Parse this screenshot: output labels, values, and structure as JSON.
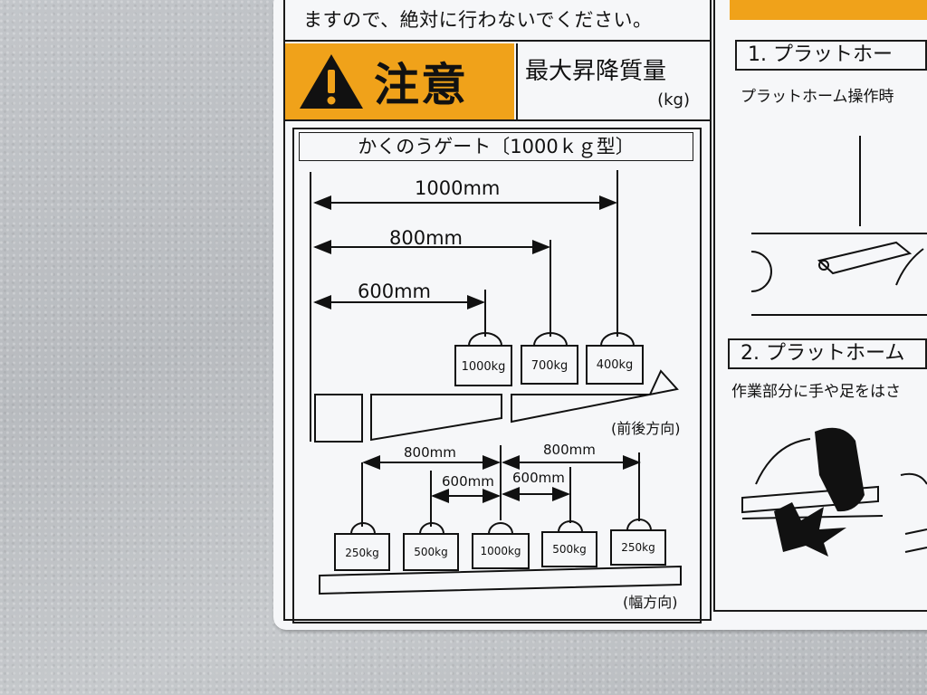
{
  "label": {
    "top_note": "ますので、絶対に行わないでください。",
    "caution_word": "注意",
    "max_load_title": "最大昇降質量",
    "max_load_unit": "(kg)",
    "gate_title": "かくのうゲート〔1000ｋｇ型〕",
    "front_back": {
      "dims": [
        "1000mm",
        "800mm",
        "600mm"
      ],
      "weights": [
        "1000kg",
        "700kg",
        "400kg"
      ],
      "direction_label": "(前後方向)"
    },
    "width": {
      "left_dims": [
        "800mm",
        "600mm"
      ],
      "right_dims": [
        "800mm",
        "600mm"
      ],
      "weights": [
        "250kg",
        "500kg",
        "1000kg",
        "500kg",
        "250kg"
      ],
      "direction_label": "(幅方向)"
    }
  },
  "right_panel": {
    "item1_title": "1. プラットホー",
    "item1_text": "プラットホーム操作時",
    "item2_title": "2. プラットホーム",
    "item2_text": "作業部分に手や足をはさ"
  },
  "colors": {
    "caution_yellow": "#f0a21a",
    "ink": "#1a1a1a",
    "label_white": "#f6f7f9"
  }
}
